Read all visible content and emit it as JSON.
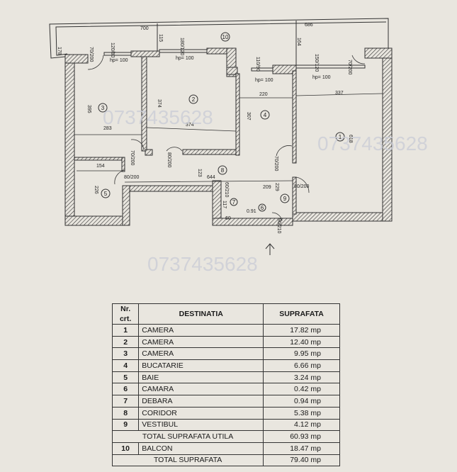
{
  "plan": {
    "room_numbers": [
      "1",
      "2",
      "3",
      "4",
      "5",
      "6",
      "7",
      "8",
      "9",
      "10"
    ],
    "dimensions": {
      "balcony_left": "700",
      "balcony_right": "686",
      "balcony_depth": "178",
      "balcony_mid": "115",
      "balcony_right_depth": "164",
      "win3": "120/80",
      "door3": "70/200",
      "win2": "180/120",
      "win4": "110/90",
      "win1": "150/120",
      "door1": "70/200",
      "hp": "hp= 100",
      "r3_h": "395",
      "r3_w": "283",
      "r2_h": "374",
      "r2_w": "374",
      "r4_h": "307",
      "r4_w": "220",
      "r1_w": "337",
      "r1_h": "618",
      "door_c1": "70/200",
      "door_c2": "80/200",
      "door_c3": "70/200",
      "door_5": "80/200",
      "door_9": "80/200",
      "door_7": "60/210",
      "r5_w": "154",
      "r5_h": "226",
      "corr_w": "644",
      "corr_h": "123",
      "r9_w": "209",
      "r9_h": "229",
      "r7_h": "117",
      "r7_w": "60",
      "r6": "0.91",
      "entry": "90/210"
    },
    "watermark": "0737435628"
  },
  "table": {
    "headers": [
      "Nr. crt.",
      "DESTINATIA",
      "SUPRAFATA"
    ],
    "rows": [
      {
        "nr": "1",
        "dest": "CAMERA",
        "area": "17.82 mp"
      },
      {
        "nr": "2",
        "dest": "CAMERA",
        "area": "12.40 mp"
      },
      {
        "nr": "3",
        "dest": "CAMERA",
        "area": "9.95 mp"
      },
      {
        "nr": "4",
        "dest": "BUCATARIE",
        "area": "6.66 mp"
      },
      {
        "nr": "5",
        "dest": "BAIE",
        "area": "3.24 mp"
      },
      {
        "nr": "6",
        "dest": "CAMARA",
        "area": "0.42 mp"
      },
      {
        "nr": "7",
        "dest": "DEBARA",
        "area": "0.94 mp"
      },
      {
        "nr": "8",
        "dest": "CORIDOR",
        "area": "5.38 mp"
      },
      {
        "nr": "9",
        "dest": "VESTIBUL",
        "area": "4.12 mp"
      }
    ],
    "total_util": {
      "label": "TOTAL SUPRAFATA UTILA",
      "area": "60.93 mp"
    },
    "balcon": {
      "nr": "10",
      "dest": "BALCON",
      "area": "18.47 mp"
    },
    "total": {
      "label": "TOTAL SUPRAFATA",
      "area": "79.40 mp"
    }
  }
}
